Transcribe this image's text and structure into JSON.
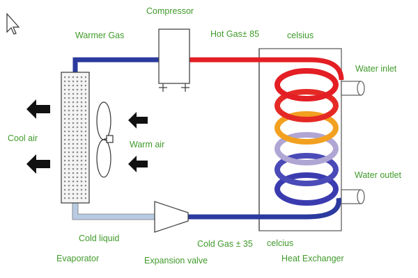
{
  "colors": {
    "label": "#3f9a2a",
    "hot_pipe": "#e31e24",
    "cold_pipe": "#2b3a9e",
    "liquid_pipe": "#b8cbe3",
    "outline": "#555555",
    "arrow": "#111111"
  },
  "labels": {
    "compressor": "Compressor",
    "warmer_gas": "Warmer Gas",
    "hot_gas": "Hot Gas± 85",
    "hot_gas_unit": "celsius",
    "water_inlet": "Water inlet",
    "water_outlet": "Water outlet",
    "cool_air": "Cool air",
    "warm_air": "Warm air",
    "cold_liquid": "Cold liquid",
    "evaporator": "Evaporator",
    "cold_gas": "Cold Gas ± 35",
    "cold_gas_unit": "celcius",
    "expansion_valve": "Expansion valve",
    "heat_exchanger": "Heat Exchanger"
  },
  "icons": {
    "cursor": "cursor-arrow-icon",
    "air_arrow": "arrow-left-icon",
    "fan": "fan-icon"
  }
}
